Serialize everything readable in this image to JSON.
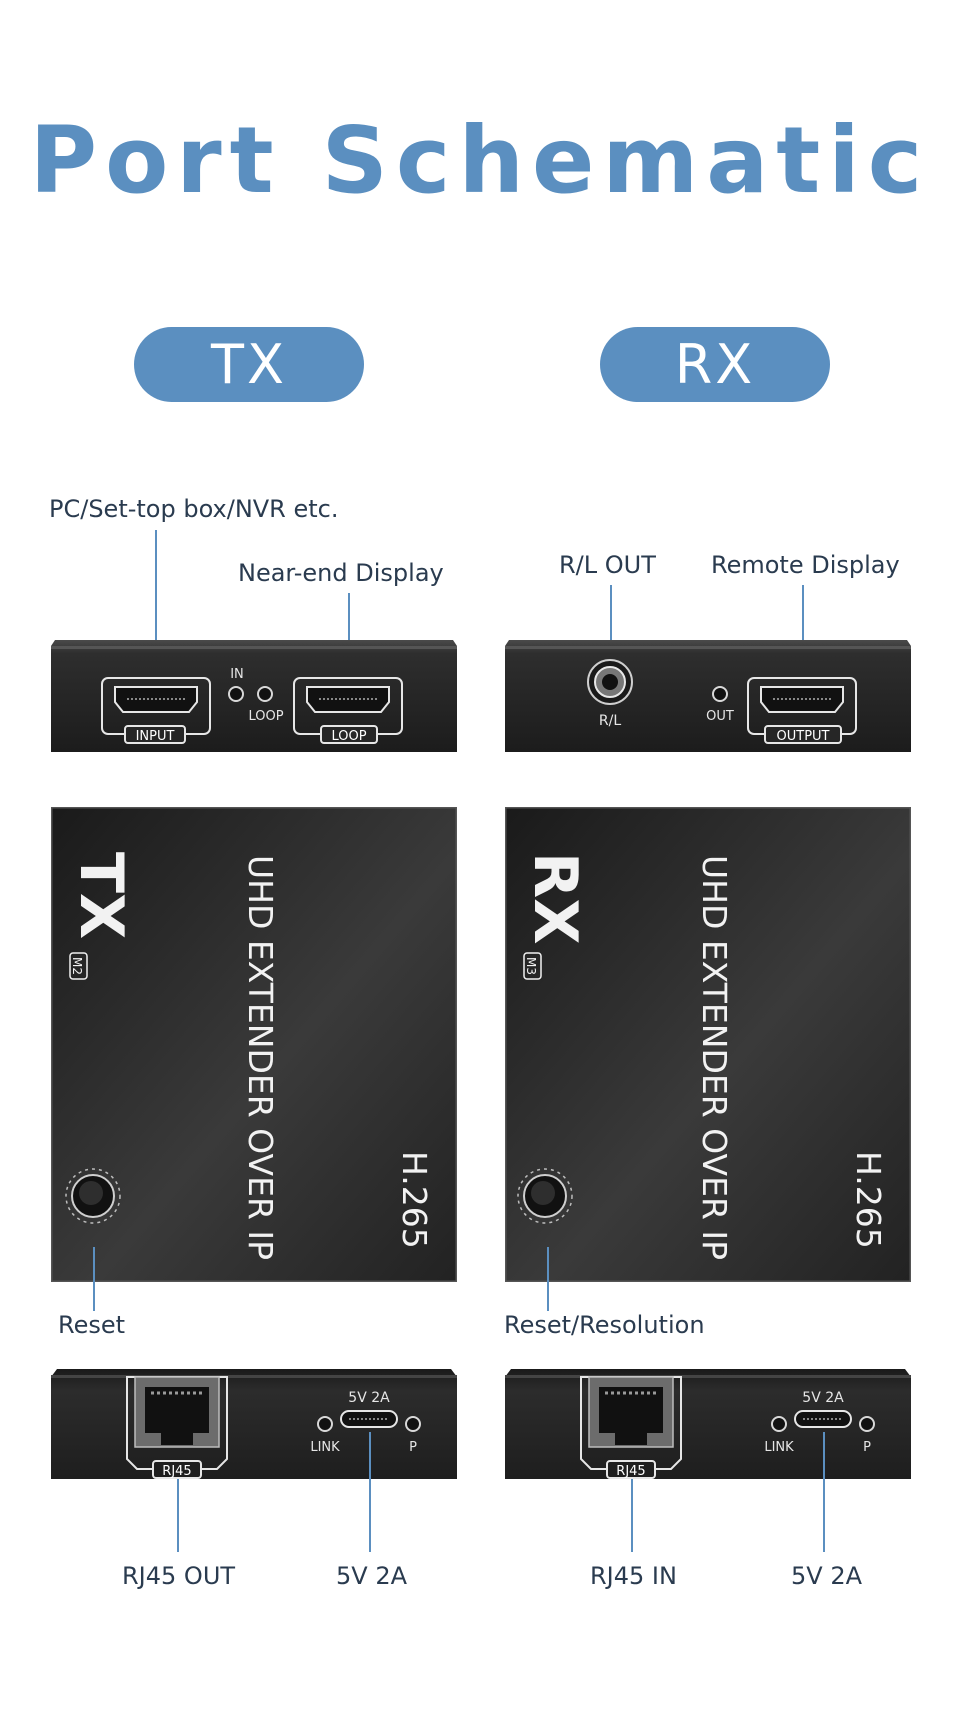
{
  "title": "Port Schematic",
  "tx": {
    "badge": "TX",
    "front_panel": {
      "callout_source": "PC/Set-top box/NVR etc.",
      "callout_near": "Near-end Display",
      "port_input": "INPUT",
      "port_loop": "LOOP",
      "led_in": "IN",
      "led_loop": "LOOP"
    },
    "top": {
      "logo": "TX",
      "model": "M2",
      "product_text": "UHD EXTENDER OVER IP",
      "codec": "H.265",
      "button_ring": "R-E-S-E-T",
      "callout_button": "Reset"
    },
    "rear_panel": {
      "port_rj45": "RJ45",
      "power_label": "5V 2A",
      "led_link": "LINK",
      "led_p": "P",
      "callout_rj45": "RJ45 OUT",
      "callout_power": "5V 2A"
    }
  },
  "rx": {
    "badge": "RX",
    "front_panel": {
      "callout_rl": "R/L OUT",
      "callout_remote": "Remote Display",
      "port_rl": "R/L",
      "led_out": "OUT",
      "port_output": "OUTPUT"
    },
    "top": {
      "logo": "RX",
      "model": "M3",
      "product_text": "UHD EXTENDER OVER IP",
      "codec": "H.265",
      "button_ring": "R-E-S-E-T",
      "callout_button": "Reset/Resolution"
    },
    "rear_panel": {
      "port_rj45": "RJ45",
      "power_label": "5V 2A",
      "led_link": "LINK",
      "led_p": "P",
      "callout_rj45": "RJ45 IN",
      "callout_power": "5V 2A"
    }
  },
  "colors": {
    "accent": "#5b8fc0",
    "device_body": "#262626",
    "label_text": "#2a3b4f"
  }
}
